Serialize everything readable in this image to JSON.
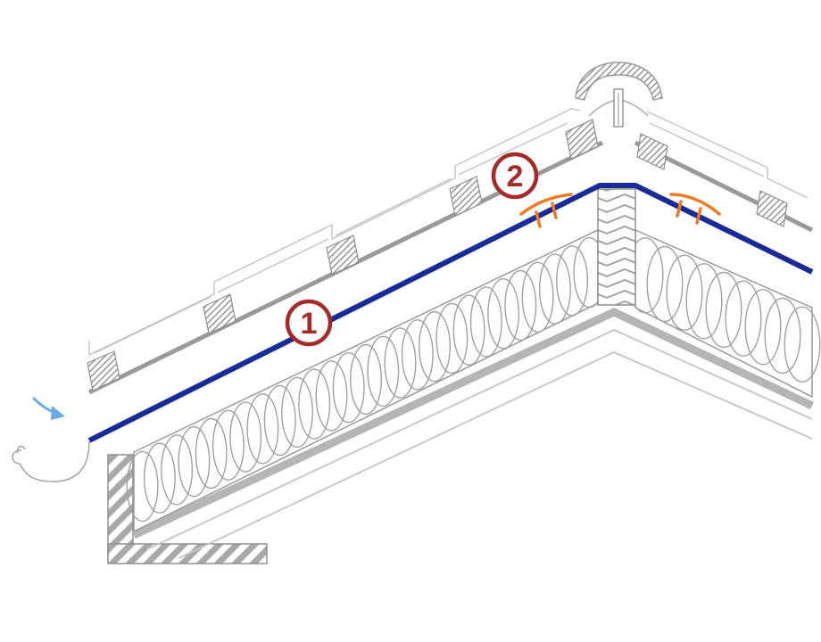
{
  "callouts": [
    {
      "id": "membrane",
      "label": "1"
    },
    {
      "id": "ridge-tape",
      "label": "2"
    }
  ],
  "colors": {
    "membrane": "#1a2a96",
    "callout": "#a62a2a",
    "tape": "#ee7a22",
    "arrow": "#6aa8e8",
    "structure": "#b5b5b5",
    "outline": "#8f8f8f",
    "hatch": "#9e9e9e"
  },
  "icons": {
    "drainage": "curved-arrow-icon"
  }
}
